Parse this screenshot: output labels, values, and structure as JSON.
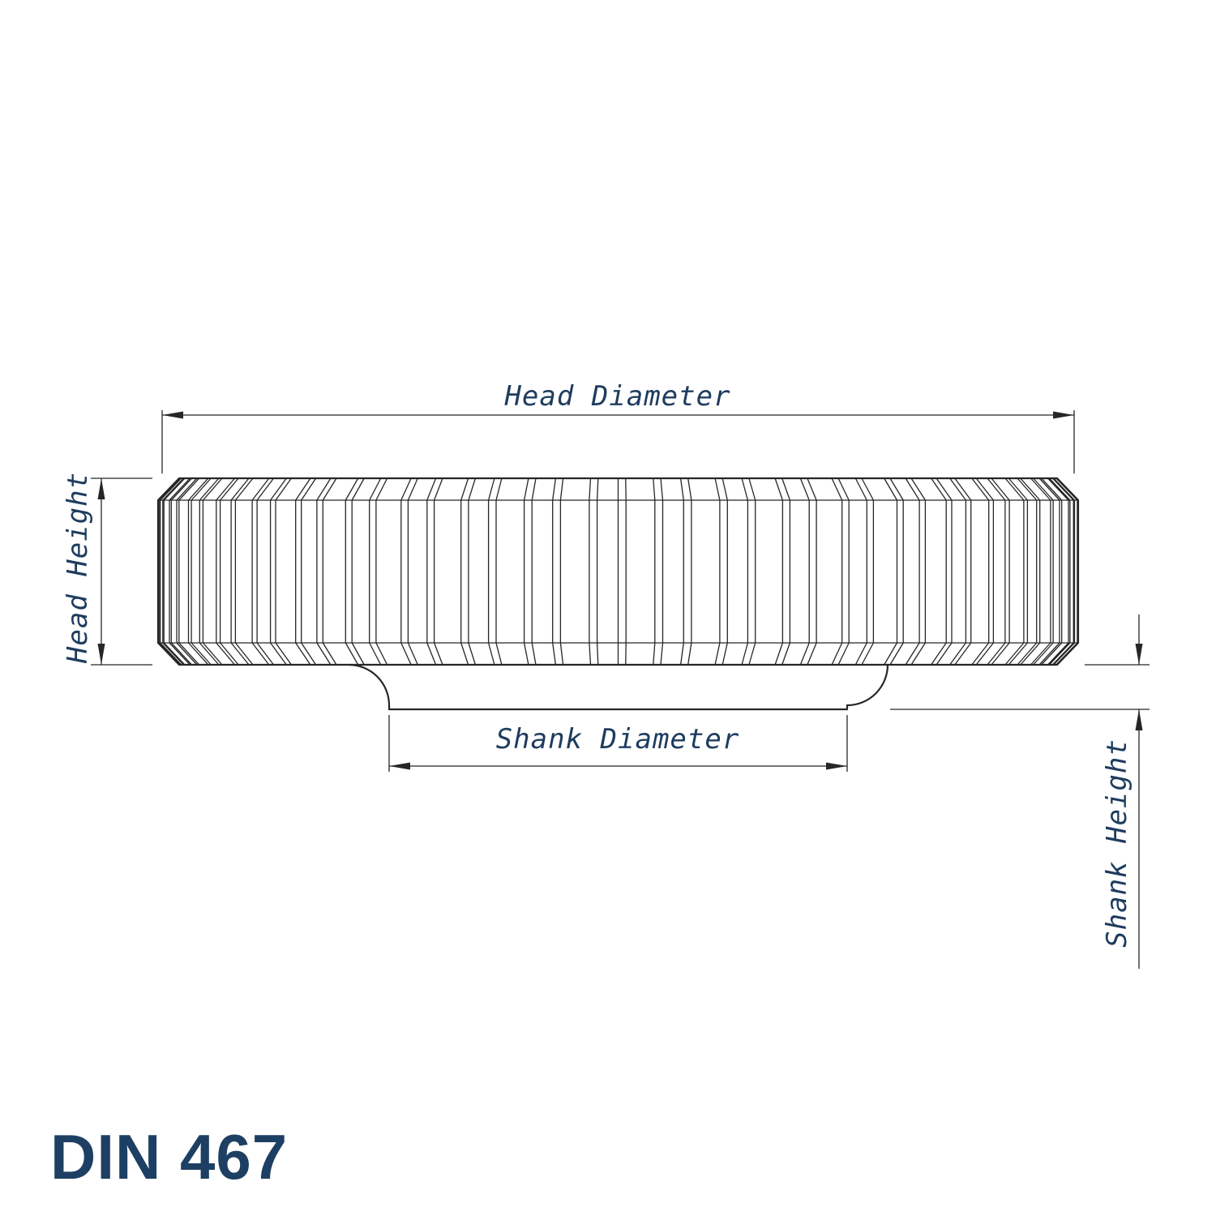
{
  "title": "DIN 467",
  "labels": {
    "head_diameter": "Head Diameter",
    "head_height": "Head Height",
    "shank_diameter": "Shank Diameter",
    "shank_height": "Shank Height"
  },
  "colors": {
    "line": "#262626",
    "label_text": "#1e3c5e",
    "title_text": "#1d3f63",
    "background": "#ffffff"
  }
}
